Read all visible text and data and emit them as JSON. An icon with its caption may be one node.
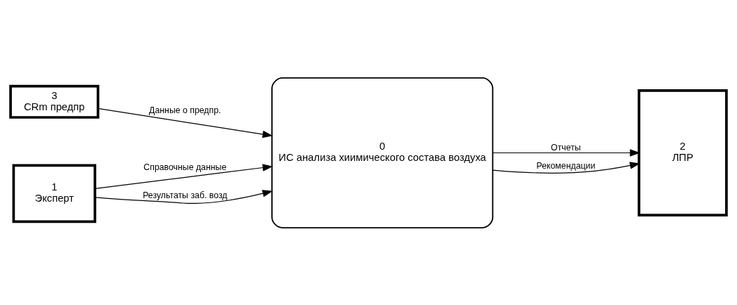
{
  "diagram": {
    "nodes": [
      {
        "text": [
          "3",
          "CRm предпр"
        ]
      },
      {
        "text": [
          "1",
          "Эксперт"
        ]
      },
      {
        "text": [
          "0",
          "ИС анализа хиимического состава воздуха"
        ]
      },
      {
        "text": [
          "2",
          "ЛПР"
        ]
      }
    ],
    "edges": [
      {
        "from": 0,
        "to": 2,
        "arrow": "to",
        "label": "Данные о предпр."
      },
      {
        "from": 1,
        "to": 2,
        "arrow": "to",
        "label": "Справочные данные"
      },
      {
        "from": 1,
        "to": 2,
        "arrow": "to",
        "label": "Результаты заб. возд"
      },
      {
        "from": 2,
        "to": 3,
        "arrow": "to",
        "label": "Отчеты"
      },
      {
        "from": 2,
        "to": 3,
        "arrow": "to",
        "label": "Рекомендации"
      }
    ]
  }
}
